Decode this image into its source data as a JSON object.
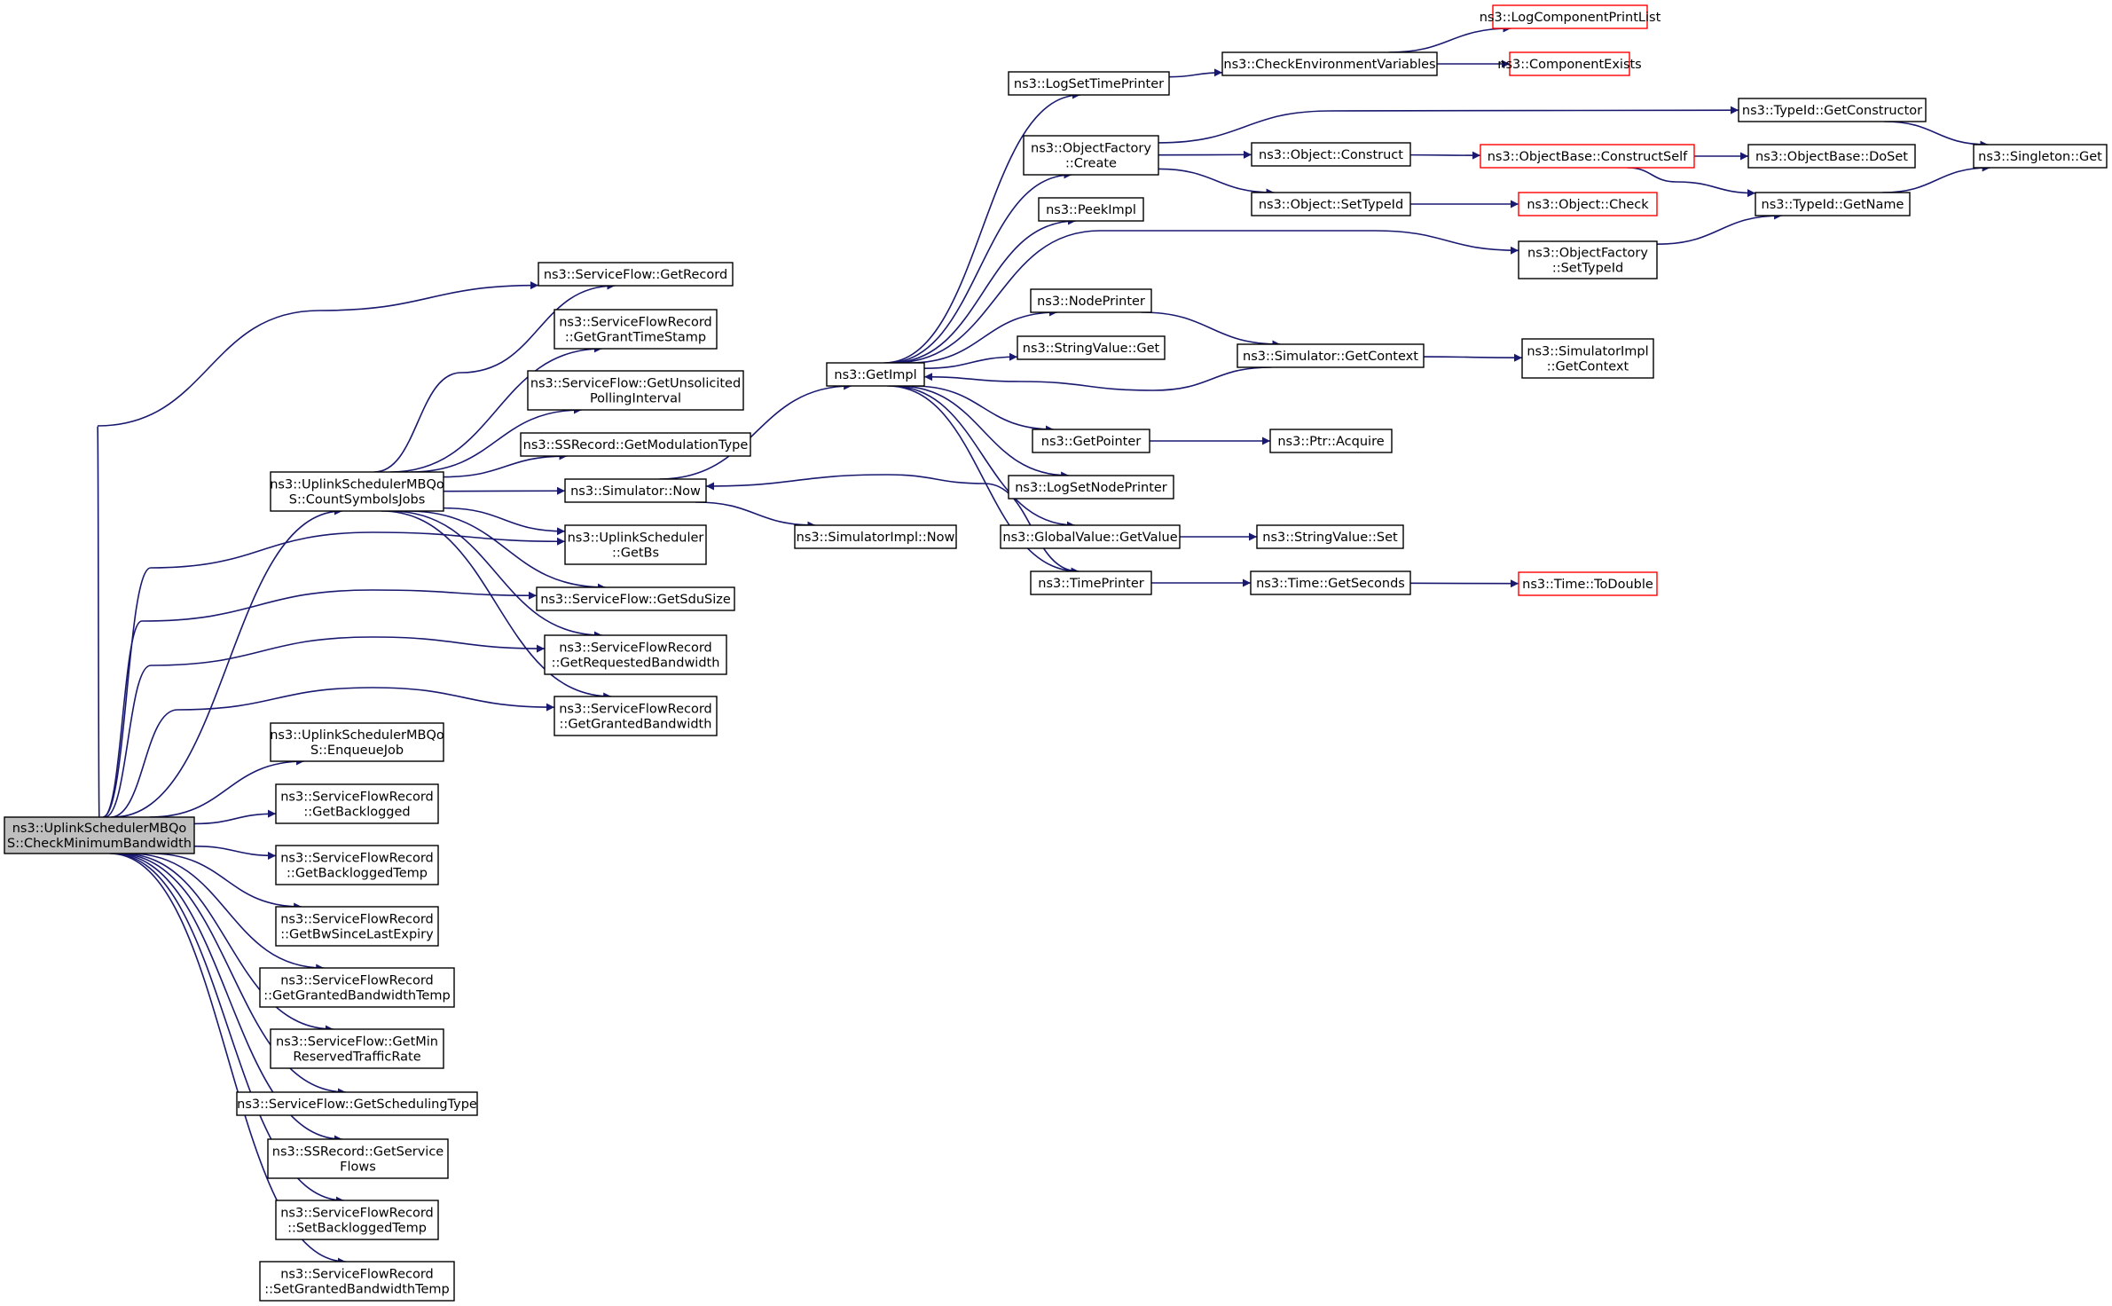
{
  "colors": {
    "edge": "#191970",
    "node_border": "#000000",
    "truncated_border": "#ff0000",
    "root_fill": "#bfbfbf",
    "background": "#ffffff"
  },
  "nodes": [
    {
      "id": "root",
      "lines": [
        "ns3::UplinkSchedulerMBQo",
        "S::CheckMinimumBandwidth"
      ],
      "style": "root"
    },
    {
      "id": "csj",
      "lines": [
        "ns3::UplinkSchedulerMBQo",
        "S::CountSymbolsJobs"
      ],
      "style": "normal"
    },
    {
      "id": "enq",
      "lines": [
        "ns3::UplinkSchedulerMBQo",
        "S::EnqueueJob"
      ],
      "style": "normal"
    },
    {
      "id": "gbl",
      "lines": [
        "ns3::ServiceFlowRecord",
        "::GetBacklogged"
      ],
      "style": "normal"
    },
    {
      "id": "gblt",
      "lines": [
        "ns3::ServiceFlowRecord",
        "::GetBackloggedTemp"
      ],
      "style": "normal"
    },
    {
      "id": "gbsle",
      "lines": [
        "ns3::ServiceFlowRecord",
        "::GetBwSinceLastExpiry"
      ],
      "style": "normal"
    },
    {
      "id": "ggbt",
      "lines": [
        "ns3::ServiceFlowRecord",
        "::GetGrantedBandwidthTemp"
      ],
      "style": "normal"
    },
    {
      "id": "gminrtr",
      "lines": [
        "ns3::ServiceFlow::GetMin",
        "ReservedTrafficRate"
      ],
      "style": "normal"
    },
    {
      "id": "gst",
      "lines": [
        "ns3::ServiceFlow::GetSchedulingType"
      ],
      "style": "normal"
    },
    {
      "id": "gsvf",
      "lines": [
        "ns3::SSRecord::GetService",
        "Flows"
      ],
      "style": "normal"
    },
    {
      "id": "sblt",
      "lines": [
        "ns3::ServiceFlowRecord",
        "::SetBackloggedTemp"
      ],
      "style": "normal"
    },
    {
      "id": "sgbt",
      "lines": [
        "ns3::ServiceFlowRecord",
        "::SetGrantedBandwidthTemp"
      ],
      "style": "normal"
    },
    {
      "id": "sfgr",
      "lines": [
        "ns3::ServiceFlow::GetRecord"
      ],
      "style": "normal"
    },
    {
      "id": "sfrgts",
      "lines": [
        "ns3::ServiceFlowRecord",
        "::GetGrantTimeStamp"
      ],
      "style": "normal"
    },
    {
      "id": "sfgupi",
      "lines": [
        "ns3::ServiceFlow::GetUnsolicited",
        "PollingInterval"
      ],
      "style": "normal"
    },
    {
      "id": "ssgmt",
      "lines": [
        "ns3::SSRecord::GetModulationType"
      ],
      "style": "normal"
    },
    {
      "id": "simnow",
      "lines": [
        "ns3::Simulator::Now"
      ],
      "style": "normal"
    },
    {
      "id": "ulgbs",
      "lines": [
        "ns3::UplinkScheduler",
        "::GetBs"
      ],
      "style": "normal"
    },
    {
      "id": "sfgsdu",
      "lines": [
        "ns3::ServiceFlow::GetSduSize"
      ],
      "style": "normal"
    },
    {
      "id": "sfrgrb",
      "lines": [
        "ns3::ServiceFlowRecord",
        "::GetRequestedBandwidth"
      ],
      "style": "normal"
    },
    {
      "id": "sfrggb",
      "lines": [
        "ns3::ServiceFlowRecord",
        "::GetGrantedBandwidth"
      ],
      "style": "normal"
    },
    {
      "id": "getimpl",
      "lines": [
        "ns3::GetImpl"
      ],
      "style": "normal"
    },
    {
      "id": "simimplnow",
      "lines": [
        "ns3::SimulatorImpl::Now"
      ],
      "style": "normal"
    },
    {
      "id": "logstp",
      "lines": [
        "ns3::LogSetTimePrinter"
      ],
      "style": "normal"
    },
    {
      "id": "ofcreate",
      "lines": [
        "ns3::ObjectFactory",
        "::Create"
      ],
      "style": "normal"
    },
    {
      "id": "peekimpl",
      "lines": [
        "ns3::PeekImpl"
      ],
      "style": "normal"
    },
    {
      "id": "nodeprinter",
      "lines": [
        "ns3::NodePrinter"
      ],
      "style": "normal"
    },
    {
      "id": "strvalget",
      "lines": [
        "ns3::StringValue::Get"
      ],
      "style": "normal"
    },
    {
      "id": "getpointer",
      "lines": [
        "ns3::GetPointer"
      ],
      "style": "normal"
    },
    {
      "id": "logsnp",
      "lines": [
        "ns3::LogSetNodePrinter"
      ],
      "style": "normal"
    },
    {
      "id": "gvgetvalue",
      "lines": [
        "ns3::GlobalValue::GetValue"
      ],
      "style": "normal"
    },
    {
      "id": "timeprinter",
      "lines": [
        "ns3::TimePrinter"
      ],
      "style": "normal"
    },
    {
      "id": "checkenv",
      "lines": [
        "ns3::CheckEnvironmentVariables"
      ],
      "style": "normal"
    },
    {
      "id": "objconstruct",
      "lines": [
        "ns3::Object::Construct"
      ],
      "style": "normal"
    },
    {
      "id": "objsettypeid",
      "lines": [
        "ns3::Object::SetTypeId"
      ],
      "style": "normal"
    },
    {
      "id": "simgetctx",
      "lines": [
        "ns3::Simulator::GetContext"
      ],
      "style": "normal"
    },
    {
      "id": "ptracquire",
      "lines": [
        "ns3::Ptr::Acquire"
      ],
      "style": "normal"
    },
    {
      "id": "strvalset",
      "lines": [
        "ns3::StringValue::Set"
      ],
      "style": "normal"
    },
    {
      "id": "timegetsec",
      "lines": [
        "ns3::Time::GetSeconds"
      ],
      "style": "normal"
    },
    {
      "id": "logcpl",
      "lines": [
        "ns3::LogComponentPrintList"
      ],
      "style": "truncated"
    },
    {
      "id": "compexists",
      "lines": [
        "ns3::ComponentExists"
      ],
      "style": "truncated"
    },
    {
      "id": "obcs",
      "lines": [
        "ns3::ObjectBase::ConstructSelf"
      ],
      "style": "truncated"
    },
    {
      "id": "objcheck",
      "lines": [
        "ns3::Object::Check"
      ],
      "style": "truncated"
    },
    {
      "id": "ofsettypeid",
      "lines": [
        "ns3::ObjectFactory",
        "::SetTypeId"
      ],
      "style": "normal"
    },
    {
      "id": "simimplgetctx",
      "lines": [
        "ns3::SimulatorImpl",
        "::GetContext"
      ],
      "style": "normal"
    },
    {
      "id": "timetodouble",
      "lines": [
        "ns3::Time::ToDouble"
      ],
      "style": "truncated"
    },
    {
      "id": "typeidgetctor",
      "lines": [
        "ns3::TypeId::GetConstructor"
      ],
      "style": "normal"
    },
    {
      "id": "obdoset",
      "lines": [
        "ns3::ObjectBase::DoSet"
      ],
      "style": "normal"
    },
    {
      "id": "typeidgetname",
      "lines": [
        "ns3::TypeId::GetName"
      ],
      "style": "normal"
    },
    {
      "id": "singletonget",
      "lines": [
        "ns3::Singleton::Get"
      ],
      "style": "normal"
    }
  ],
  "edges": [
    [
      "root",
      "csj"
    ],
    [
      "root",
      "enq"
    ],
    [
      "root",
      "gbl"
    ],
    [
      "root",
      "gblt"
    ],
    [
      "root",
      "gbsle"
    ],
    [
      "root",
      "ggbt"
    ],
    [
      "root",
      "gminrtr"
    ],
    [
      "root",
      "gst"
    ],
    [
      "root",
      "gsvf"
    ],
    [
      "root",
      "sblt"
    ],
    [
      "root",
      "sgbt"
    ],
    [
      "root",
      "sfgr"
    ],
    [
      "root",
      "ulgbs"
    ],
    [
      "root",
      "sfgsdu"
    ],
    [
      "root",
      "sfrgrb"
    ],
    [
      "root",
      "sfrggb"
    ],
    [
      "csj",
      "sfgr"
    ],
    [
      "csj",
      "sfrgts"
    ],
    [
      "csj",
      "sfgupi"
    ],
    [
      "csj",
      "ssgmt"
    ],
    [
      "csj",
      "simnow"
    ],
    [
      "csj",
      "ulgbs"
    ],
    [
      "csj",
      "sfgsdu"
    ],
    [
      "csj",
      "sfrgrb"
    ],
    [
      "csj",
      "sfrggb"
    ],
    [
      "simnow",
      "getimpl"
    ],
    [
      "simnow",
      "simimplnow"
    ],
    [
      "getimpl",
      "logstp"
    ],
    [
      "getimpl",
      "ofcreate"
    ],
    [
      "getimpl",
      "peekimpl"
    ],
    [
      "getimpl",
      "nodeprinter"
    ],
    [
      "getimpl",
      "strvalget"
    ],
    [
      "getimpl",
      "getpointer"
    ],
    [
      "getimpl",
      "logsnp"
    ],
    [
      "getimpl",
      "gvgetvalue"
    ],
    [
      "getimpl",
      "timeprinter"
    ],
    [
      "getimpl",
      "ofsettypeid"
    ],
    [
      "logstp",
      "checkenv"
    ],
    [
      "checkenv",
      "logcpl"
    ],
    [
      "checkenv",
      "compexists"
    ],
    [
      "ofcreate",
      "typeidgetctor"
    ],
    [
      "ofcreate",
      "objconstruct"
    ],
    [
      "ofcreate",
      "objsettypeid"
    ],
    [
      "objconstruct",
      "obcs"
    ],
    [
      "obcs",
      "obdoset"
    ],
    [
      "obcs",
      "typeidgetname"
    ],
    [
      "objsettypeid",
      "objcheck"
    ],
    [
      "ofsettypeid",
      "typeidgetname"
    ],
    [
      "typeidgetctor",
      "singletonget"
    ],
    [
      "typeidgetname",
      "singletonget"
    ],
    [
      "nodeprinter",
      "simgetctx"
    ],
    [
      "simgetctx",
      "getimpl"
    ],
    [
      "simgetctx",
      "simimplgetctx"
    ],
    [
      "getpointer",
      "ptracquire"
    ],
    [
      "gvgetvalue",
      "strvalset"
    ],
    [
      "timeprinter",
      "timegetsec"
    ],
    [
      "timeprinter",
      "simnow"
    ],
    [
      "timegetsec",
      "timetodouble"
    ]
  ]
}
